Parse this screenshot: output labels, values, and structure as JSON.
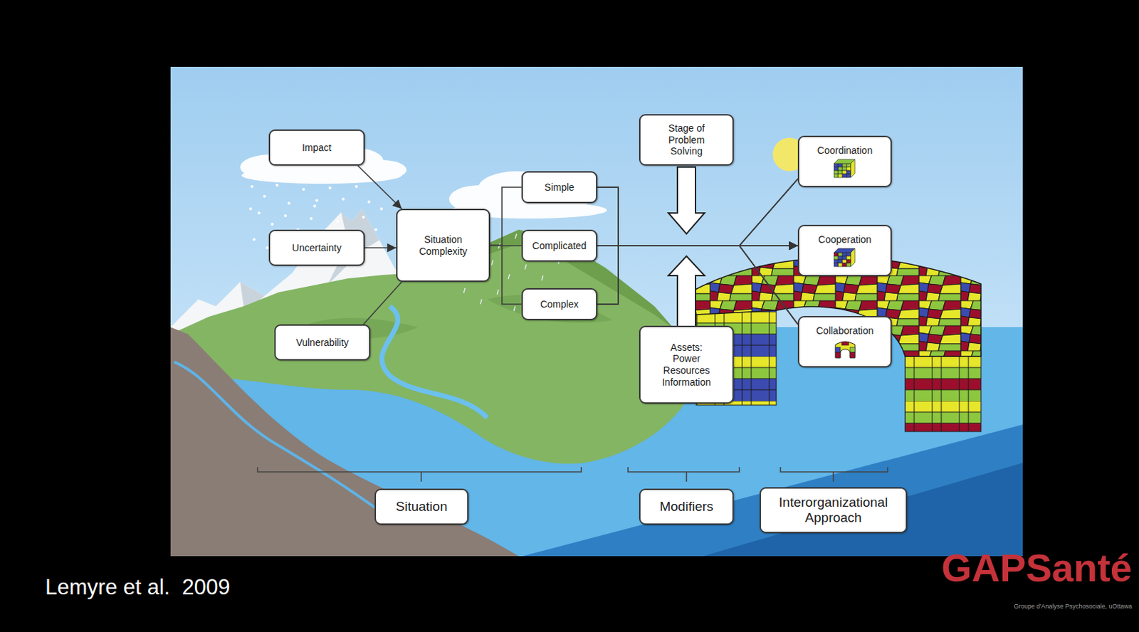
{
  "diagram": {
    "nodes": [
      {
        "text": [
          "Impact"
        ]
      },
      {
        "text": [
          "Uncertainty"
        ]
      },
      {
        "text": [
          "Vulnerability"
        ]
      },
      {
        "text": [
          "Situation Complexity"
        ]
      },
      {
        "text": [
          "Simple"
        ]
      },
      {
        "text": [
          "Complicated"
        ]
      },
      {
        "text": [
          "Complex"
        ]
      },
      {
        "text": [
          "Stage of Problem Solving"
        ]
      },
      {
        "text": [
          "Assets: Power Resources Information"
        ]
      },
      {
        "text": [
          "Coordination"
        ]
      },
      {
        "text": [
          "Cooperation"
        ]
      },
      {
        "text": [
          "Collaboration"
        ]
      },
      {
        "text": [
          "Situation"
        ]
      },
      {
        "text": [
          "Modifiers"
        ]
      },
      {
        "text": [
          "Interorganizational Approach"
        ]
      }
    ],
    "edges": [
      {
        "from": 0,
        "to": 3,
        "arrow": "to"
      },
      {
        "from": 1,
        "to": 3,
        "arrow": "to"
      },
      {
        "from": 2,
        "to": 3,
        "arrow": "none"
      },
      {
        "from": 3,
        "to": 4,
        "arrow": "none"
      },
      {
        "from": 3,
        "to": 5,
        "arrow": "none"
      },
      {
        "from": 3,
        "to": 6,
        "arrow": "none"
      },
      {
        "from": 4,
        "to": 9,
        "arrow": "none"
      },
      {
        "from": 4,
        "to": 10,
        "arrow": "to"
      },
      {
        "from": 4,
        "to": 11,
        "arrow": "none"
      },
      {
        "from": 5,
        "to": 9,
        "arrow": "none"
      },
      {
        "from": 5,
        "to": 10,
        "arrow": "to"
      },
      {
        "from": 5,
        "to": 11,
        "arrow": "none"
      },
      {
        "from": 6,
        "to": 9,
        "arrow": "none"
      },
      {
        "from": 6,
        "to": 10,
        "arrow": "to"
      },
      {
        "from": 6,
        "to": 11,
        "arrow": "none"
      }
    ],
    "labels": [
      "Lemyre et al.  2009",
      "GAPSanté",
      "Groupe d'Analyse Psychosociale, uOttawa"
    ]
  }
}
